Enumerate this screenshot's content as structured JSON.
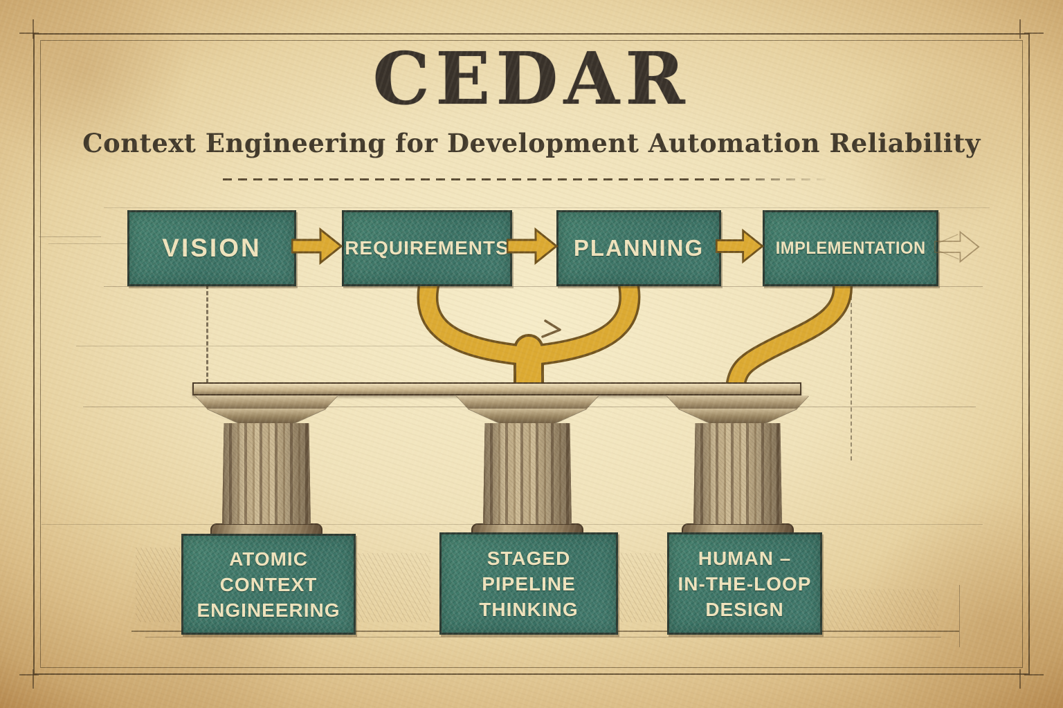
{
  "title": "CEDAR",
  "subtitle": "Context Engineering for Development Automation Reliability",
  "flow": {
    "steps": [
      {
        "label": "VISION"
      },
      {
        "label": "REQUIREMENTS"
      },
      {
        "label": "PLANNING"
      },
      {
        "label": "IMPLEMENTATION"
      }
    ]
  },
  "pillars": [
    {
      "lines": [
        "ATOMIC",
        "CONTEXT",
        "ENGINEERING"
      ]
    },
    {
      "lines": [
        "STAGED",
        "PIPELINE",
        "THINKING"
      ]
    },
    {
      "lines": [
        "HUMAN –",
        "IN-THE-LOOP",
        "DESIGN"
      ]
    }
  ],
  "icons": {
    "flow_arrow": "right-arrow",
    "sketch_arrow": "right-arrow-outline"
  },
  "colors": {
    "teal": "#3f7a6c",
    "gold": "#dcaa32",
    "ink": "#38312a",
    "paper_center": "#f6ecc9",
    "paper_edge": "#b5884e",
    "cream_text": "#efe3bd"
  }
}
